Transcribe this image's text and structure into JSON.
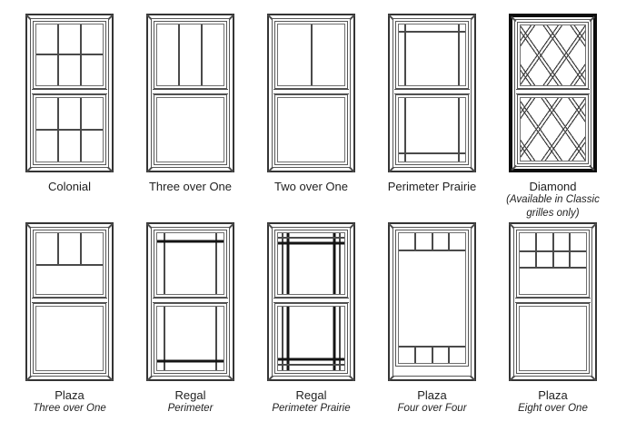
{
  "page": {
    "background": "#ffffff",
    "grid_columns": 5,
    "grid_rows": 2
  },
  "colors": {
    "grille_line": "#4a4a4a",
    "grille_thick_line": "#141414",
    "frame_line": "#565656",
    "window_border": "#343434",
    "diamond_frame": "#0d0d0d",
    "label_text": "#1f1f1f"
  },
  "windows": [
    {
      "id": "colonial",
      "label": "Colonial",
      "sashes": [
        {
          "bars": [
            {
              "o": "v",
              "at": 33.3
            },
            {
              "o": "v",
              "at": 66.7
            },
            {
              "o": "h",
              "at": 50
            }
          ]
        },
        {
          "bars": [
            {
              "o": "v",
              "at": 33.3
            },
            {
              "o": "v",
              "at": 66.7
            },
            {
              "o": "h",
              "at": 50
            }
          ]
        }
      ]
    },
    {
      "id": "three-over-one",
      "label": "Three over One",
      "sashes": [
        {
          "bars": [
            {
              "o": "v",
              "at": 33.3
            },
            {
              "o": "v",
              "at": 66.7
            }
          ]
        },
        {
          "bars": []
        }
      ]
    },
    {
      "id": "two-over-one",
      "label": "Two over One",
      "sashes": [
        {
          "bars": [
            {
              "o": "v",
              "at": 50
            }
          ]
        },
        {
          "bars": []
        }
      ]
    },
    {
      "id": "perimeter-prairie",
      "label": "Perimeter Prairie",
      "sashes": [
        {
          "bars": [
            {
              "o": "v",
              "at": 10
            },
            {
              "o": "v",
              "at": 90
            },
            {
              "o": "h",
              "at": 12
            }
          ]
        },
        {
          "bars": [
            {
              "o": "v",
              "at": 10
            },
            {
              "o": "v",
              "at": 90
            },
            {
              "o": "h",
              "at": 87
            }
          ]
        }
      ]
    },
    {
      "id": "diamond",
      "label": "Diamond",
      "note_lines": [
        "(Available in Classic",
        "grilles only)"
      ],
      "dark_frame": true,
      "sashes": [
        {
          "diamond": true,
          "bars": []
        },
        {
          "diamond": true,
          "bars": []
        }
      ]
    },
    {
      "id": "plaza-three-over-one",
      "label": "Plaza",
      "sublabel": "Three over One",
      "sashes": [
        {
          "bars": [
            {
              "o": "v",
              "at": 33.3,
              "from": 0,
              "to": 52
            },
            {
              "o": "v",
              "at": 66.7,
              "from": 0,
              "to": 52
            },
            {
              "o": "h",
              "at": 52
            }
          ]
        },
        {
          "bars": []
        }
      ]
    },
    {
      "id": "regal-perimeter",
      "label": "Regal",
      "sublabel": "Perimeter",
      "sashes": [
        {
          "bars": [
            {
              "o": "v",
              "at": 11
            },
            {
              "o": "v",
              "at": 89
            },
            {
              "o": "h",
              "at": 14,
              "thick": true
            }
          ]
        },
        {
          "bars": [
            {
              "o": "v",
              "at": 11
            },
            {
              "o": "v",
              "at": 89
            },
            {
              "o": "h",
              "at": 86,
              "thick": true
            }
          ]
        }
      ]
    },
    {
      "id": "regal-perimeter-prairie",
      "label": "Regal",
      "sublabel": "Perimeter Prairie",
      "sashes": [
        {
          "bars": [
            {
              "o": "v",
              "at": 7
            },
            {
              "o": "v",
              "at": 15,
              "thick": true
            },
            {
              "o": "v",
              "at": 85,
              "thick": true
            },
            {
              "o": "v",
              "at": 93
            },
            {
              "o": "h",
              "at": 8
            },
            {
              "o": "h",
              "at": 17,
              "thick": true
            }
          ]
        },
        {
          "bars": [
            {
              "o": "v",
              "at": 7
            },
            {
              "o": "v",
              "at": 15,
              "thick": true
            },
            {
              "o": "v",
              "at": 85,
              "thick": true
            },
            {
              "o": "v",
              "at": 93
            },
            {
              "o": "h",
              "at": 83,
              "thick": true
            },
            {
              "o": "h",
              "at": 92
            }
          ]
        }
      ]
    },
    {
      "id": "plaza-four-over-four",
      "label": "Plaza",
      "sublabel": "Four over Four",
      "sashes": [
        {
          "bars": [
            {
              "o": "h",
              "at": 13
            },
            {
              "o": "v",
              "at": 25,
              "from": 0,
              "to": 13
            },
            {
              "o": "v",
              "at": 50,
              "from": 0,
              "to": 13
            },
            {
              "o": "v",
              "at": 75,
              "from": 0,
              "to": 13
            },
            {
              "o": "h",
              "at": 87
            },
            {
              "o": "v",
              "at": 25,
              "from": 87,
              "to": 100
            },
            {
              "o": "v",
              "at": 50,
              "from": 87,
              "to": 100
            },
            {
              "o": "v",
              "at": 75,
              "from": 87,
              "to": 100
            }
          ]
        }
      ]
    },
    {
      "id": "plaza-eight-over-one",
      "label": "Plaza",
      "sublabel": "Eight over One",
      "sashes": [
        {
          "bars": [
            {
              "o": "h",
              "at": 30
            },
            {
              "o": "h",
              "at": 57
            },
            {
              "o": "v",
              "at": 25,
              "from": 0,
              "to": 57
            },
            {
              "o": "v",
              "at": 50,
              "from": 0,
              "to": 57
            },
            {
              "o": "v",
              "at": 75,
              "from": 0,
              "to": 57
            }
          ]
        },
        {
          "bars": []
        }
      ]
    }
  ]
}
